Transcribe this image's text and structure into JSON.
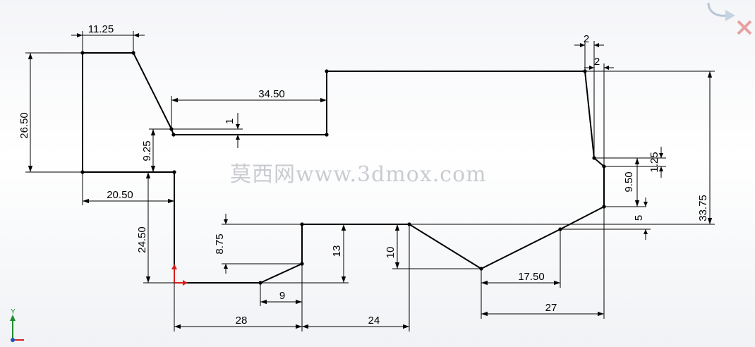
{
  "watermark": "莫西网www.3dmox.com",
  "axis": {
    "y_label": "Y"
  },
  "dimensions": {
    "d_11_25": "11.25",
    "d_26_50": "26.50",
    "d_34_50": "34.50",
    "d_1": "1",
    "d_9_25": "9.25",
    "d_20_50": "20.50",
    "d_24_50": "24.50",
    "d_8_75": "8.75",
    "d_13": "13",
    "d_9": "9",
    "d_10": "10",
    "d_28": "28",
    "d_24": "24",
    "d_17_50": "17.50",
    "d_27": "27",
    "d_2_top": "2",
    "d_2_second": "2",
    "d_1_25": "1.25",
    "d_9_50": "9.50",
    "d_5": "5",
    "d_33_75": "33.75"
  },
  "colors": {
    "geometry": "#000000",
    "origin_x_axis": "#d81e1e",
    "origin_y_axis": "#1e8c2e",
    "watermark": "#c9ccd1"
  }
}
